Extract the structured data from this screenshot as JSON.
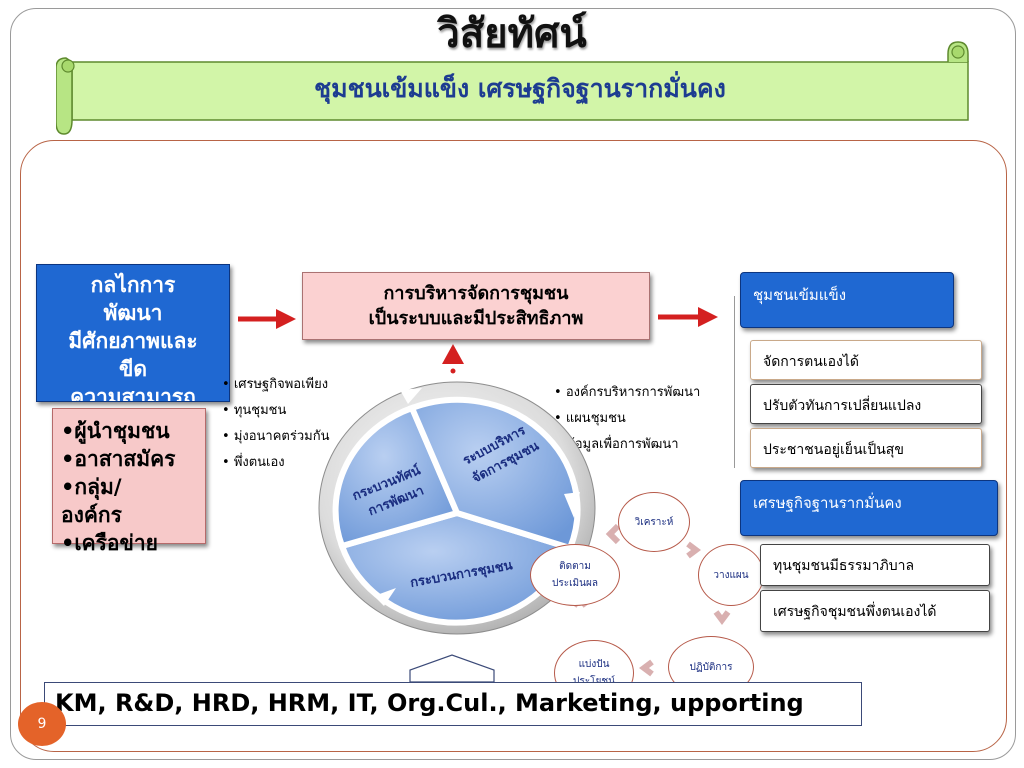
{
  "title": "วิสัยทัศน์",
  "subtitle": "ชุมชนเข้มแข็ง เศรษฐกิจฐานรากมั่นคง",
  "mechanism": {
    "lines": [
      "กลไกการ",
      "พัฒนา",
      "มีศักยภาพและ",
      "ขีด",
      "ความสามารถ"
    ]
  },
  "actors": [
    "•ผู้นำชุมชน",
    "•อาสาสมัคร",
    "•กลุ่ม/",
    "องค์กร",
    "•เครือข่าย"
  ],
  "management": {
    "line1": "การบริหารจัดการชุมชน",
    "line2": "เป็นระบบและมีประสิทธิภาพ"
  },
  "left_bullets": [
    "เศรษฐกิจพอเพียง",
    "ทุนชุมชน",
    "มุ่งอนาคตร่วมกัน",
    "พึ่งตนเอง"
  ],
  "right_bullets": [
    "องค์กรบริหารการพัฒนา",
    "แผนชุมชน",
    "ข้อมูลเพื่อการพัฒนา"
  ],
  "cycle": {
    "segment_left": [
      "กระบวนทัศน์",
      "การพัฒนา"
    ],
    "segment_right": [
      "ระบบบริหาร",
      "จัดการชุมชน"
    ],
    "segment_bottom": "กระบวนการชุมชน"
  },
  "process": {
    "analyze": "วิเคราะห์",
    "plan": "วางแผน",
    "implement": "ปฏิบัติการ",
    "share": [
      "แบ่งปัน",
      "ประโยชน์"
    ],
    "monitor": [
      "ติดตาม",
      "ประเมินผล"
    ]
  },
  "outcomes": {
    "strong_head": "ชุมชนเข้มแข็ง",
    "strong_items": [
      "จัดการตนเองได้",
      "ปรับตัวทันการเปลี่ยนแปลง",
      "ประชาชนอยู่เย็นเป็นสุข"
    ],
    "econ_head": "เศรษฐกิจฐานรากมั่นคง",
    "econ_items": [
      "ทุนชุมชนมีธรรมาภิบาล",
      "เศรษฐกิจชุมชนพึ่งตนเองได้"
    ]
  },
  "support_bar": "KM, R&D, HRD, HRM, IT, Org.Cul., Marketing, upporting",
  "page_number": "9",
  "colors": {
    "blue": "#1f68d2",
    "pink": "#f7c9c9",
    "scroll_green": "#d2f5a8",
    "arrow_red": "#d42020",
    "circle_blue": "#7da4de",
    "page_orange": "#e46329"
  }
}
